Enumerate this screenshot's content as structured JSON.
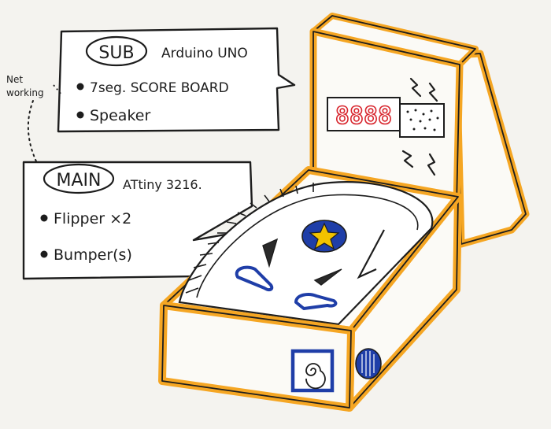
{
  "sub_box": {
    "title": "SUB",
    "board": "Arduino UNO",
    "items": [
      "7seg. SCORE BOARD",
      "Speaker"
    ]
  },
  "main_box": {
    "title": "MAIN",
    "board": "ATtiny 3216.",
    "items": [
      "Flipper ×2",
      "Bumper(s)"
    ]
  },
  "network_note": [
    "Net",
    "working"
  ],
  "score_display": "8888",
  "colors": {
    "ink": "#1d1d1d",
    "orange": "#f5a623",
    "blue": "#1f3ea8",
    "red_digits": "#d8262e",
    "star": "#f2c200"
  }
}
